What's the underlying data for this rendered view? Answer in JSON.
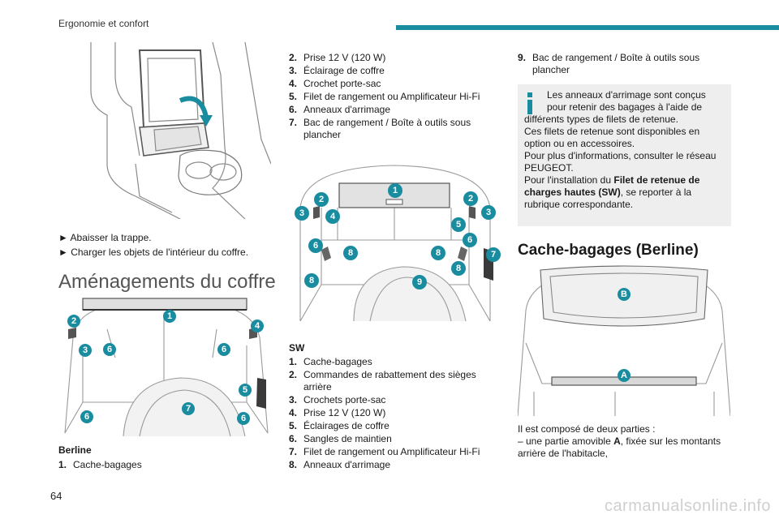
{
  "header": {
    "title": "Ergonomie et confort",
    "accent_color": "#1a8ca0"
  },
  "page_number": "64",
  "col1": {
    "instructions": [
      "► Abaisser la trappe.",
      "► Charger les objets de l'intérieur du coffre."
    ],
    "heading": "Aménagements du coffre",
    "berline_label": "Berline",
    "berline_items": [
      {
        "num": "1.",
        "text": "Cache-bagages"
      }
    ],
    "fig_berline_badges": [
      "1",
      "2",
      "3",
      "4",
      "5",
      "6",
      "6",
      "6",
      "6",
      "7"
    ]
  },
  "col2": {
    "items": [
      {
        "num": "2.",
        "text": "Prise 12 V (120 W)"
      },
      {
        "num": "3.",
        "text": "Éclairage de coffre"
      },
      {
        "num": "4.",
        "text": "Crochet porte-sac"
      },
      {
        "num": "5.",
        "text": "Filet de rangement ou Amplificateur Hi-Fi"
      },
      {
        "num": "6.",
        "text": "Anneaux d'arrimage"
      },
      {
        "num": "7.",
        "text": "Bac de rangement / Boîte à outils sous plancher"
      }
    ],
    "sw_label": "SW",
    "sw_items": [
      {
        "num": "1.",
        "text": "Cache-bagages"
      },
      {
        "num": "2.",
        "text": "Commandes de rabattement des sièges arrière"
      },
      {
        "num": "3.",
        "text": "Crochets porte-sac"
      },
      {
        "num": "4.",
        "text": "Prise 12 V (120 W)"
      },
      {
        "num": "5.",
        "text": "Éclairages de coffre"
      },
      {
        "num": "6.",
        "text": "Sangles de maintien"
      },
      {
        "num": "7.",
        "text": "Filet de rangement ou Amplificateur Hi-Fi"
      },
      {
        "num": "8.",
        "text": "Anneaux d'arrimage"
      }
    ],
    "fig_sw_badges": [
      "1",
      "2",
      "2",
      "3",
      "3",
      "4",
      "5",
      "6",
      "6",
      "7",
      "8",
      "8",
      "8",
      "8",
      "9"
    ]
  },
  "col3": {
    "items": [
      {
        "num": "9.",
        "text": "Bac de rangement / Boîte à outils sous plancher"
      }
    ],
    "note": {
      "line1": "Les anneaux d'arrimage sont conçus",
      "line2": "pour retenir des bagages à l'aide de",
      "line3": "différents types de filets de retenue.",
      "line4": "Ces filets de retenue sont disponibles en option ou en accessoires.",
      "line5": "Pour plus d'informations, consulter le réseau PEUGEOT.",
      "line6_pre": "Pour l'installation du ",
      "line6_bold": "Filet de retenue de charges hautes (SW)",
      "line6_post": ", se reporter à la rubrique correspondante.",
      "icon": "info-icon",
      "icon_color": "#1a8ca0"
    },
    "heading": "Cache-bagages (Berline)",
    "fig_badges": [
      "A",
      "B"
    ],
    "desc_line1": "Il est composé de deux parties :",
    "desc_line2_pre": "– une partie amovible ",
    "desc_line2_bold": "A",
    "desc_line2_post": ", fixée sur les montants arrière de l'habitacle,"
  },
  "watermark": "carmanualsonline.info"
}
